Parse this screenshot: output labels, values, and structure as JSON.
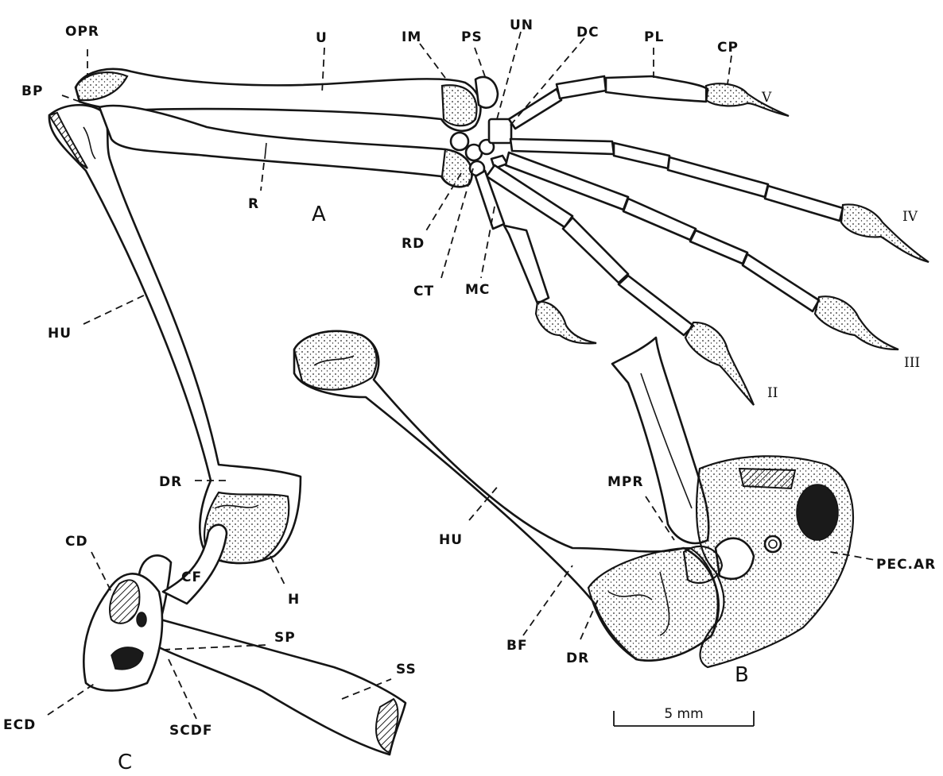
{
  "panels": {
    "a": "A",
    "b": "B",
    "c": "C"
  },
  "labels": {
    "opr": "OPR",
    "bp": "BP",
    "u": "U",
    "im": "IM",
    "ps": "PS",
    "un": "UN",
    "dc": "DC",
    "pl": "PL",
    "cp": "CP",
    "r": "R",
    "rd": "RD",
    "ct": "CT",
    "mc": "MC",
    "hu_a": "HU",
    "dr_a": "DR",
    "h": "H",
    "hu_b": "HU",
    "mpr": "MPR",
    "pec_ar": "PEC.AR",
    "bf": "BF",
    "dr_b": "DR",
    "cd": "CD",
    "cf": "CF",
    "sp": "SP",
    "ss": "SS",
    "ecd": "ECD",
    "scdf": "SCDF"
  },
  "digits": {
    "v": "V",
    "iv": "IV",
    "iii": "III",
    "ii": "II"
  },
  "scale_bar": {
    "label": "5 mm"
  }
}
